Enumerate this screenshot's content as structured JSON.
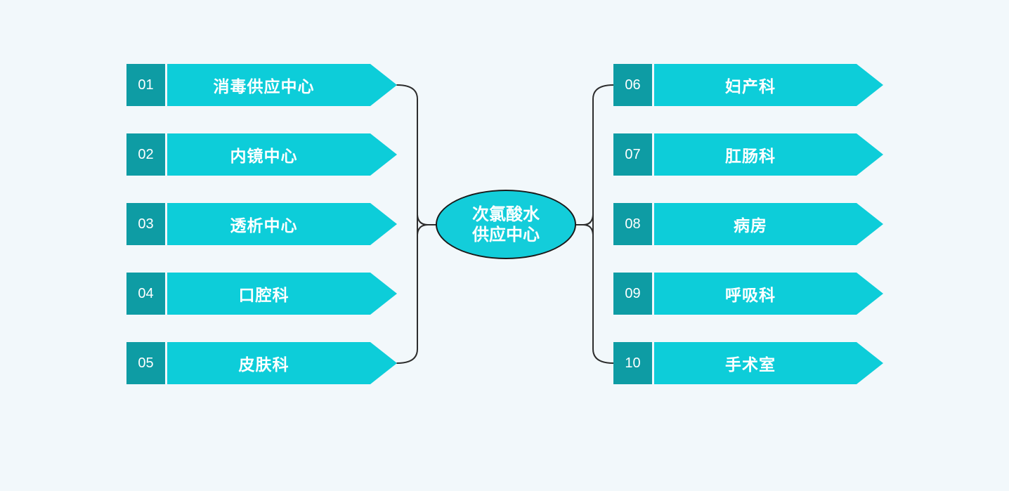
{
  "center_node": {
    "line1": "次氯酸水",
    "line2": "供应中心"
  },
  "left_items": [
    {
      "number": "01",
      "label": "消毒供应中心"
    },
    {
      "number": "02",
      "label": "内镜中心"
    },
    {
      "number": "03",
      "label": "透析中心"
    },
    {
      "number": "04",
      "label": "口腔科"
    },
    {
      "number": "05",
      "label": "皮肤科"
    }
  ],
  "right_items": [
    {
      "number": "06",
      "label": "妇产科"
    },
    {
      "number": "07",
      "label": "肛肠科"
    },
    {
      "number": "08",
      "label": "病房"
    },
    {
      "number": "09",
      "label": "呼吸科"
    },
    {
      "number": "10",
      "label": "手术室"
    }
  ],
  "colors": {
    "background": "#F2F8FB",
    "number_box": "#0E9CA4",
    "arrow_body": "#0DCDD9",
    "ellipse_fill": "#13CDDA",
    "ellipse_border": "#1A1A1A",
    "connector_line": "#2D2D2D",
    "text": "#FFFFFF"
  }
}
